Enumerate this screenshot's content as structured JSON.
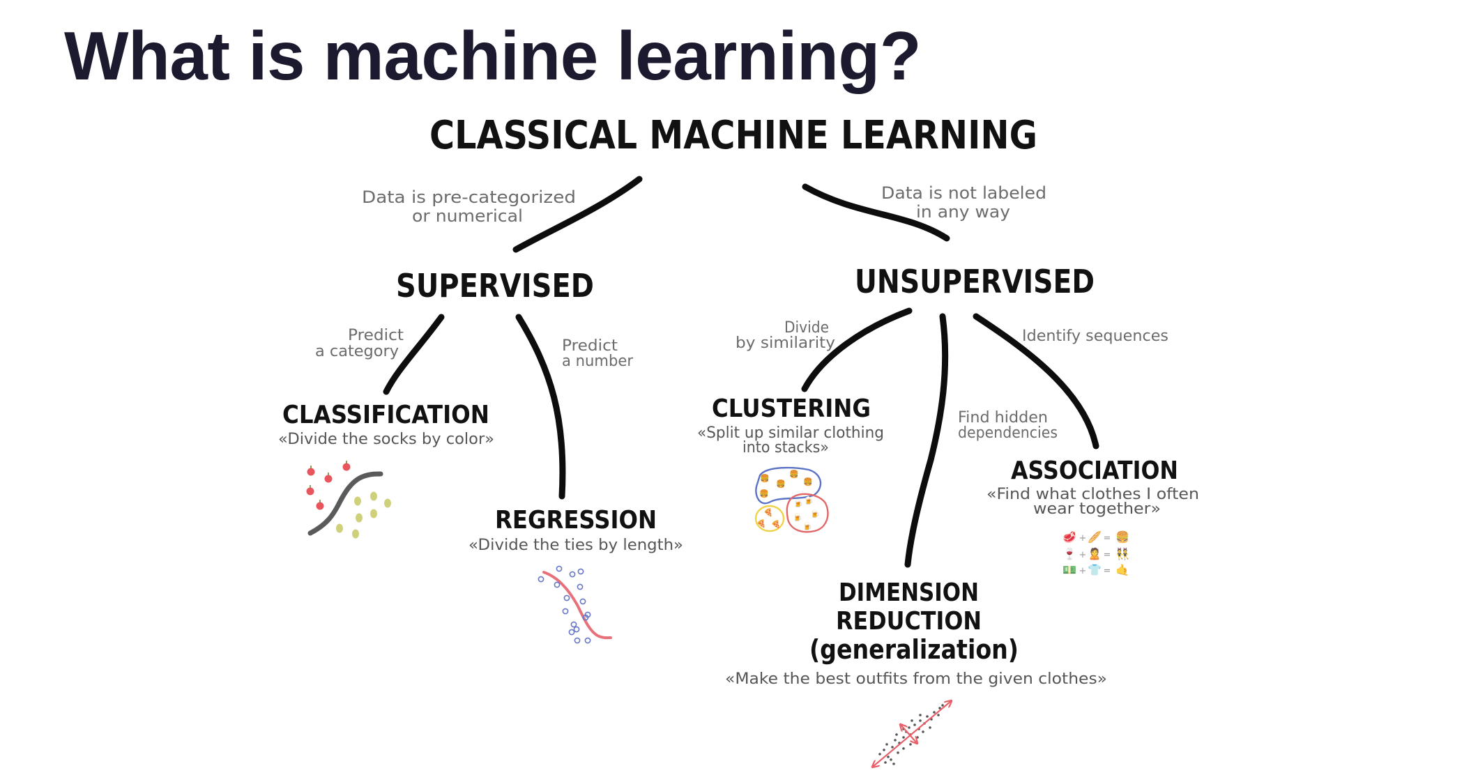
{
  "slide": {
    "title": "What is machine learning?",
    "title_color": "#1c1a2e"
  },
  "diagram": {
    "root": {
      "label": "CLASSICAL MACHINE LEARNING"
    },
    "branches": {
      "supervised": {
        "label": "SUPERVISED",
        "edge_note": [
          "Data is pre-categorized",
          "or numerical"
        ],
        "children": {
          "classification": {
            "label": "CLASSIFICATION",
            "edge_note": [
              "Predict",
              "a category"
            ],
            "example": "«Divide the socks by color»",
            "illustration": "apples-vs-pears-decision-boundary"
          },
          "regression": {
            "label": "REGRESSION",
            "edge_note": [
              "Predict",
              "a number"
            ],
            "example": "«Divide the ties by length»",
            "illustration": "points-with-fitted-curve"
          }
        }
      },
      "unsupervised": {
        "label": "UNSUPERVISED",
        "edge_note": [
          "Data is not labeled",
          "in any way"
        ],
        "children": {
          "clustering": {
            "label": "CLUSTERING",
            "edge_note": [
              "Divide",
              "by similarity"
            ],
            "example": [
              "«Split up similar clothing",
              "into stacks»"
            ],
            "illustration": "three-clusters",
            "clusters": [
              {
                "name": "burgers",
                "color": "#5b73c6",
                "item": "🍔",
                "count": 5
              },
              {
                "name": "pizza",
                "color": "#f0d24a",
                "item": "🍕",
                "count": 3
              },
              {
                "name": "beer",
                "color": "#e06868",
                "item": "🍺",
                "count": 5
              }
            ]
          },
          "dimension_reduction": {
            "label": [
              "DIMENSION",
              "REDUCTION",
              "(generalization)"
            ],
            "edge_note": [
              "Find hidden",
              "dependencies"
            ],
            "example": "«Make the best outfits from the given clothes»",
            "illustration": "principal-axes-scatter"
          },
          "association": {
            "label": "ASSOCIATION",
            "edge_note": [
              "Identify sequences"
            ],
            "example": [
              "«Find what clothes I often",
              "wear together»"
            ],
            "illustration": "emoji-equations",
            "equations": [
              {
                "a": "🥩",
                "op1": "+",
                "b": "🥖",
                "op2": "=",
                "c": "🍔"
              },
              {
                "a": "🍷",
                "op1": "+",
                "b": "🙎",
                "op2": "=",
                "c": "👯"
              },
              {
                "a": "💵",
                "op1": "+",
                "b": "👕",
                "op2": "=",
                "c": "🤙"
              }
            ]
          }
        }
      }
    },
    "colors": {
      "branch_stroke": "#0d0d0d",
      "note_text": "#6b6b6b",
      "apple": "#e8555c",
      "pear": "#cfd07a",
      "boundary": "#5a5a5a",
      "regression_curve": "#e8707a",
      "regression_points": "#6676c8",
      "dimred_arrow": "#e8606a",
      "dimred_points": "#555555"
    }
  }
}
